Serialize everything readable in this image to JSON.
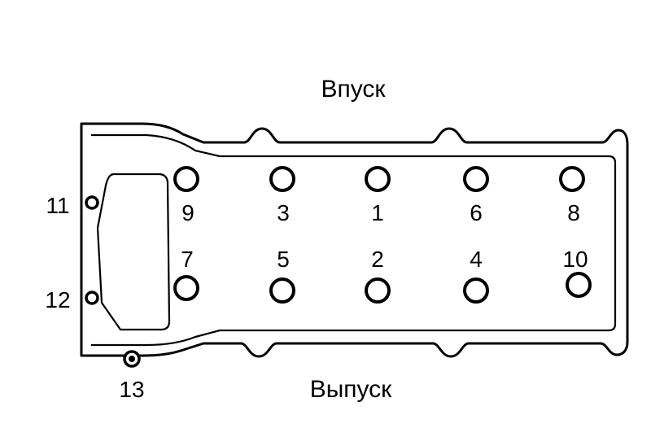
{
  "diagram": {
    "intake_label": "Впуск",
    "exhaust_label": "Выпуск",
    "bolt_labels": [
      "1",
      "2",
      "3",
      "4",
      "5",
      "6",
      "7",
      "8",
      "9",
      "10"
    ],
    "side_labels": [
      "11",
      "12",
      "13"
    ],
    "colors": {
      "line": "#000000",
      "background": "#ffffff"
    }
  }
}
